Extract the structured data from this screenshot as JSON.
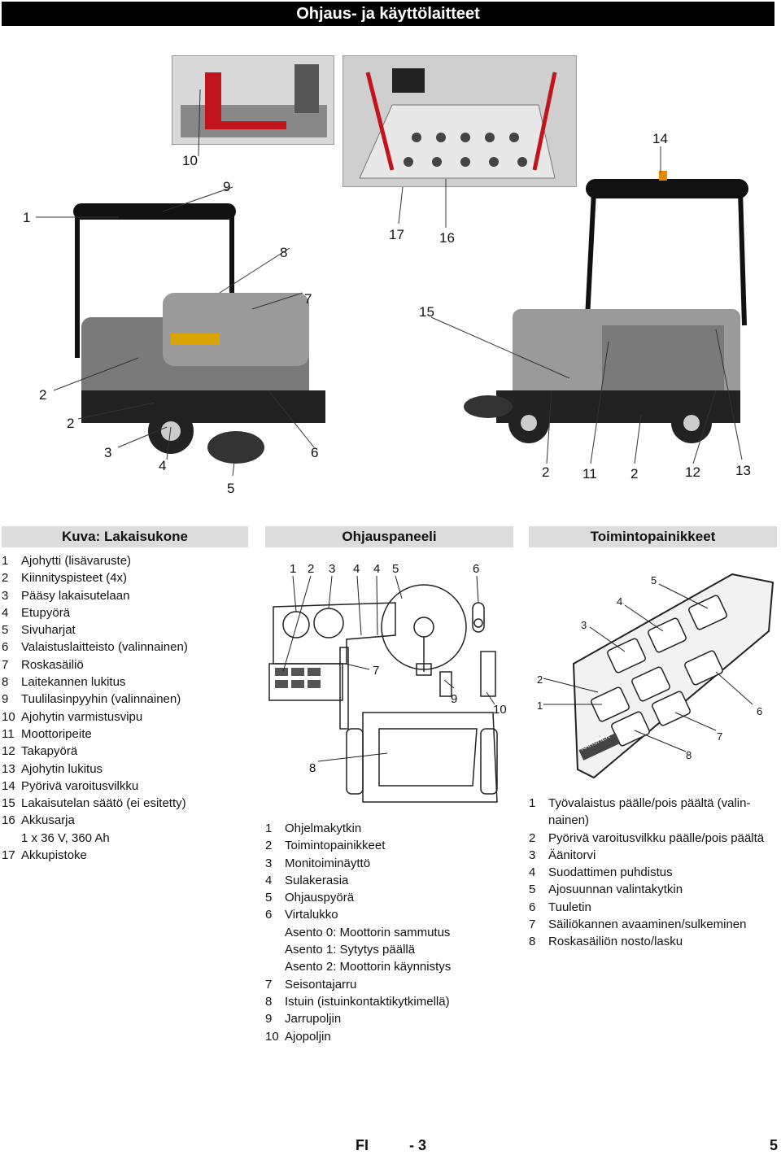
{
  "title": "Ohjaus- ja käyttölaitteet",
  "photo_callouts": [
    "10",
    "9",
    "1",
    "8",
    "7",
    "2",
    "2",
    "3",
    "4",
    "5",
    "6",
    "17",
    "16",
    "15",
    "14",
    "2",
    "11",
    "2",
    "12",
    "13"
  ],
  "sections": {
    "machine": {
      "heading": "Kuva: Lakaisukone",
      "items": [
        {
          "num": "1",
          "text": "Ajohytti (lisävaruste)"
        },
        {
          "num": "2",
          "text": "Kiinnityspisteet (4x)"
        },
        {
          "num": "3",
          "text": "Pääsy lakaisutelaan"
        },
        {
          "num": "4",
          "text": "Etupyörä"
        },
        {
          "num": "5",
          "text": "Sivuharjat"
        },
        {
          "num": "6",
          "text": "Valaistuslaitteisto (valinnainen)"
        },
        {
          "num": "7",
          "text": "Roskasäiliö"
        },
        {
          "num": "8",
          "text": "Laitekannen lukitus"
        },
        {
          "num": "9",
          "text": "Tuulilasinpyyhin (valinnainen)"
        },
        {
          "num": "10",
          "text": "Ajohytin varmistusvipu"
        },
        {
          "num": "11",
          "text": "Moottoripeite"
        },
        {
          "num": "12",
          "text": "Takapyörä"
        },
        {
          "num": "13",
          "text": "Ajohytin lukitus"
        },
        {
          "num": "14",
          "text": "Pyörivä varoitusvilkku"
        },
        {
          "num": "15",
          "text": "Lakaisutelan säätö (ei esitetty)"
        },
        {
          "num": "16",
          "text": "Akkusarja"
        },
        {
          "num": "",
          "text": "1 x 36 V, 360 Ah"
        },
        {
          "num": "17",
          "text": "Akkupistoke"
        }
      ]
    },
    "panel": {
      "heading": "Ohjauspaneeli",
      "figure_numbers": [
        "1",
        "2",
        "3",
        "4",
        "4",
        "5",
        "6",
        "7",
        "8",
        "9",
        "10"
      ],
      "items": [
        {
          "num": "1",
          "text": "Ohjelmakytkin"
        },
        {
          "num": "2",
          "text": "Toimintopainikkeet"
        },
        {
          "num": "3",
          "text": "Monitoiminäyttö"
        },
        {
          "num": "4",
          "text": "Sulakerasia"
        },
        {
          "num": "5",
          "text": "Ohjauspyörä"
        },
        {
          "num": "6",
          "text": "Virtalukko"
        },
        {
          "num": "",
          "text": "Asento 0: Moottorin sammutus"
        },
        {
          "num": "",
          "text": "Asento 1: Sytytys päällä"
        },
        {
          "num": "",
          "text": "Asento 2: Moottorin käynnistys"
        },
        {
          "num": "7",
          "text": "Seisontajarru"
        },
        {
          "num": "8",
          "text": "Istuin (istuinkontaktikytkimellä)"
        },
        {
          "num": "9",
          "text": "Jarrupoljin"
        },
        {
          "num": "10",
          "text": "Ajopoljin"
        }
      ]
    },
    "buttons": {
      "heading": "Toimintopainikkeet",
      "figure_numbers": [
        "5",
        "4",
        "3",
        "2",
        "1",
        "6",
        "7",
        "8"
      ],
      "brand_text": "KÄRCHER",
      "items": [
        {
          "num": "1",
          "text": "Työvalaistus päälle/pois päältä (valin-nainen)"
        },
        {
          "num": "2",
          "text": "Pyörivä varoitusvilkku päälle/pois päältä"
        },
        {
          "num": "3",
          "text": "Äänitorvi"
        },
        {
          "num": "4",
          "text": "Suodattimen puhdistus"
        },
        {
          "num": "5",
          "text": "Ajosuunnan valintakytkin"
        },
        {
          "num": "6",
          "text": "Tuuletin"
        },
        {
          "num": "7",
          "text": "Säiliökannen avaaminen/sulkeminen"
        },
        {
          "num": "8",
          "text": "Roskasäiliön nosto/lasku"
        }
      ]
    }
  },
  "footer": {
    "lang": "FI",
    "page_label": "- 3",
    "page_number": "5"
  },
  "colors": {
    "title_bg": "#000000",
    "heading_bg": "#dcdcdc",
    "accent": "#d9a400"
  }
}
